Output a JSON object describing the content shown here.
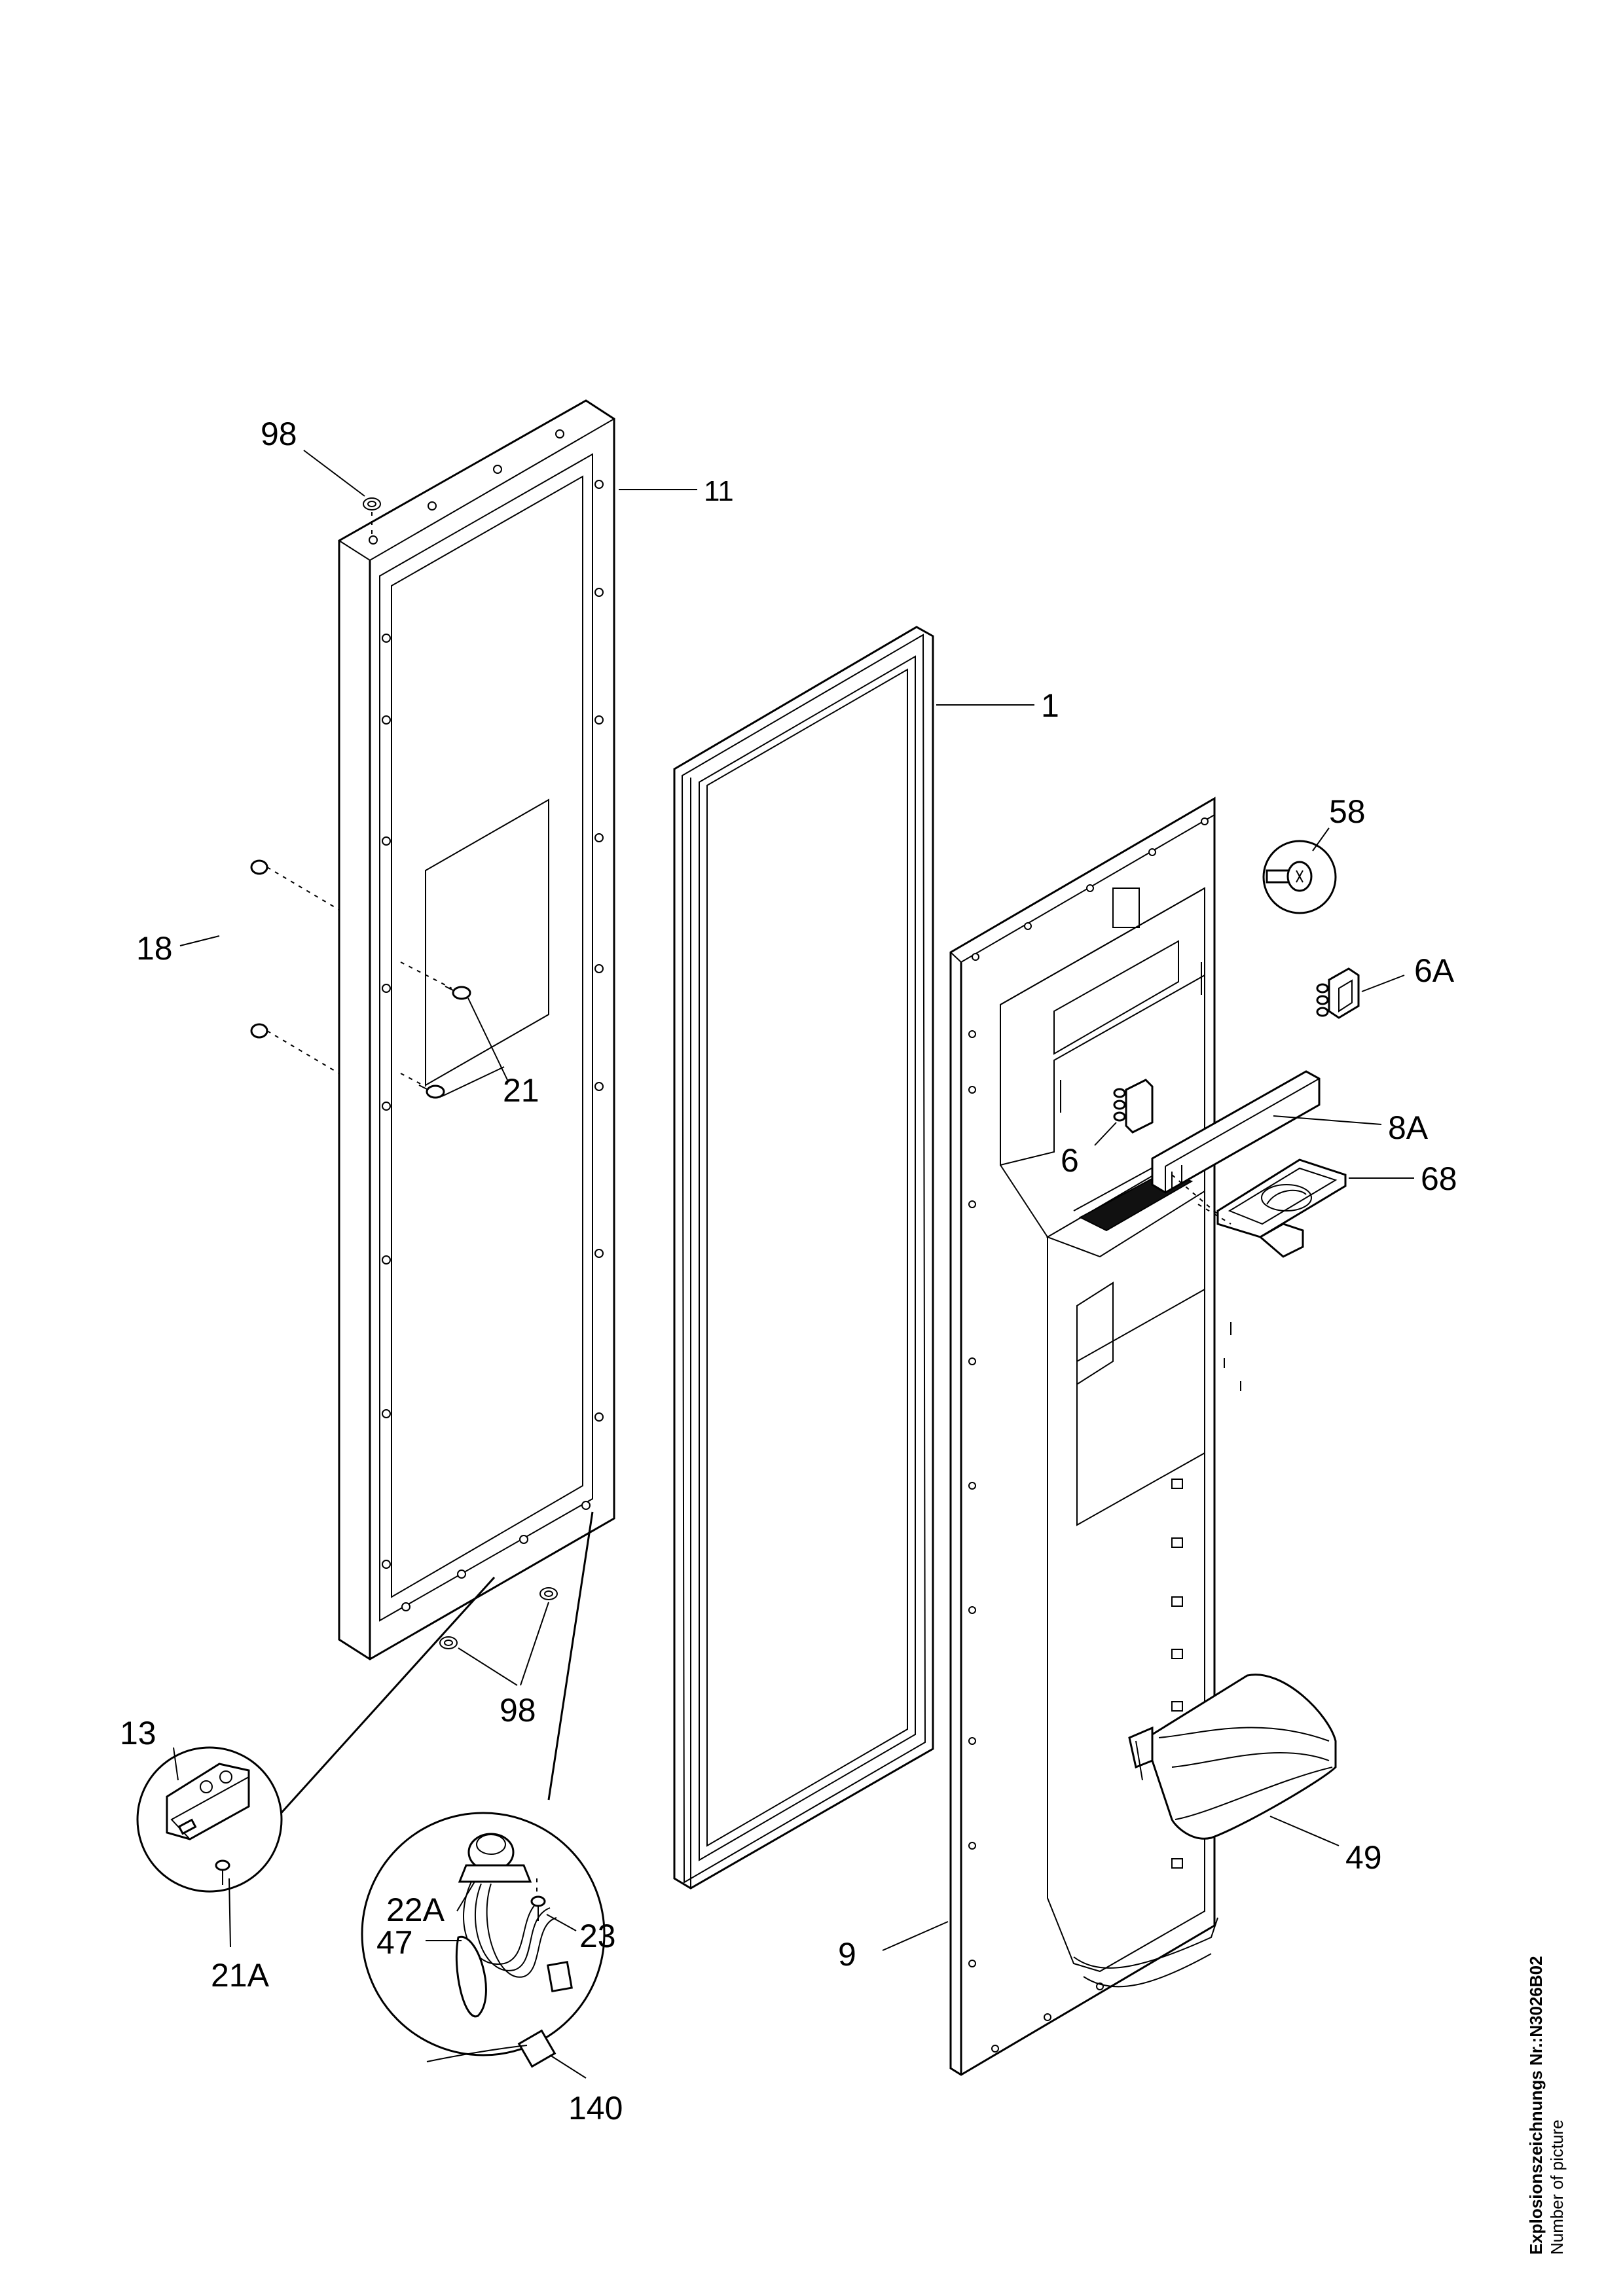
{
  "labels": {
    "p98_top": "98",
    "p11": "11",
    "p1": "1",
    "p58": "58",
    "p18": "18",
    "p6A": "6A",
    "p21": "21",
    "p8A": "8A",
    "p6": "6",
    "p68": "68",
    "p98_bottom": "98",
    "p13": "13",
    "p49": "49",
    "p22A": "22A",
    "p23": "23",
    "p9": "9",
    "p47": "47",
    "p21A": "21A",
    "p140": "140"
  },
  "caption": {
    "drawing_number": "Explosionszeichnungs Nr.:N3026B02",
    "subtitle": "Number of picture"
  },
  "colors": {
    "line": "#000000",
    "background": "#ffffff",
    "dark_fill": "#111111"
  }
}
